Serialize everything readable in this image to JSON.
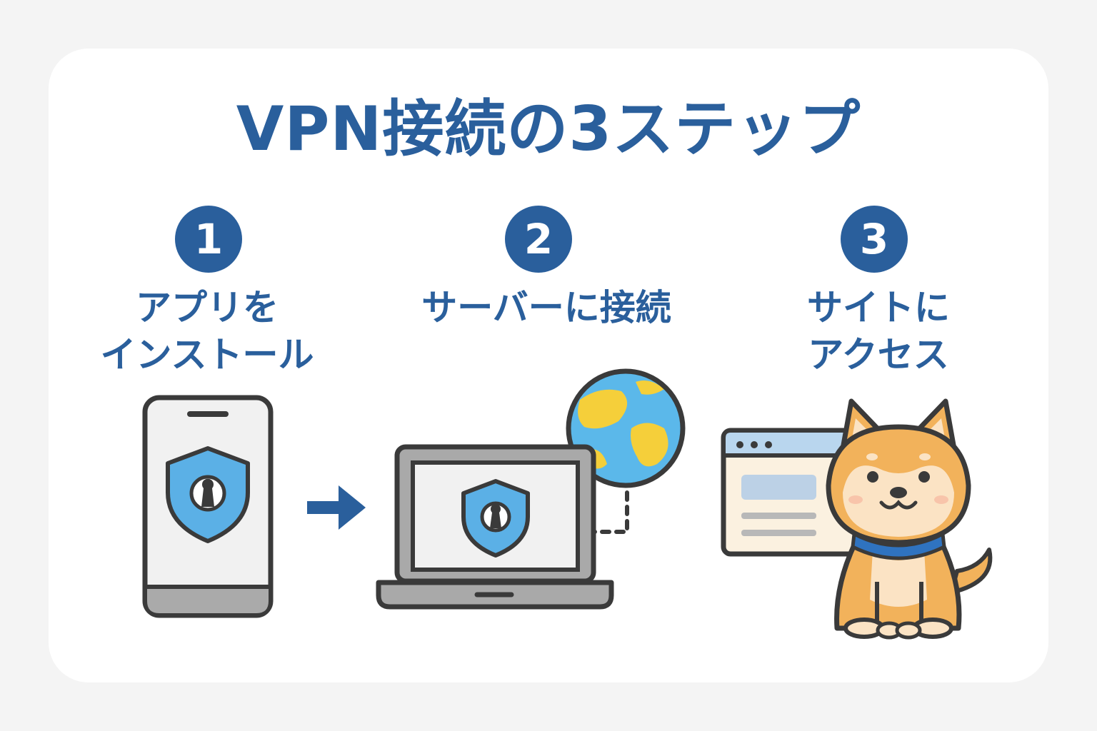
{
  "title": "VPN接続の3ステップ",
  "steps": [
    {
      "number": "1",
      "label_lines": [
        "アプリを",
        "インストール"
      ],
      "icon": "smartphone-with-shield-icon"
    },
    {
      "number": "2",
      "label_lines": [
        "サーバーに接続"
      ],
      "icon": "laptop-with-shield-and-globe-icon"
    },
    {
      "number": "3",
      "label_lines": [
        "サイトに",
        "アクセス"
      ],
      "icon": "browser-window-and-shiba-dog-icon"
    }
  ],
  "colors": {
    "accent": "#2a5f9c",
    "shield": "#5bb0e6",
    "globe_ocean": "#5bb8ea",
    "globe_land": "#f5cf3a",
    "dog_fur": "#f2b25b",
    "dog_collar": "#2f73c0",
    "outline": "#3a3a3a"
  }
}
